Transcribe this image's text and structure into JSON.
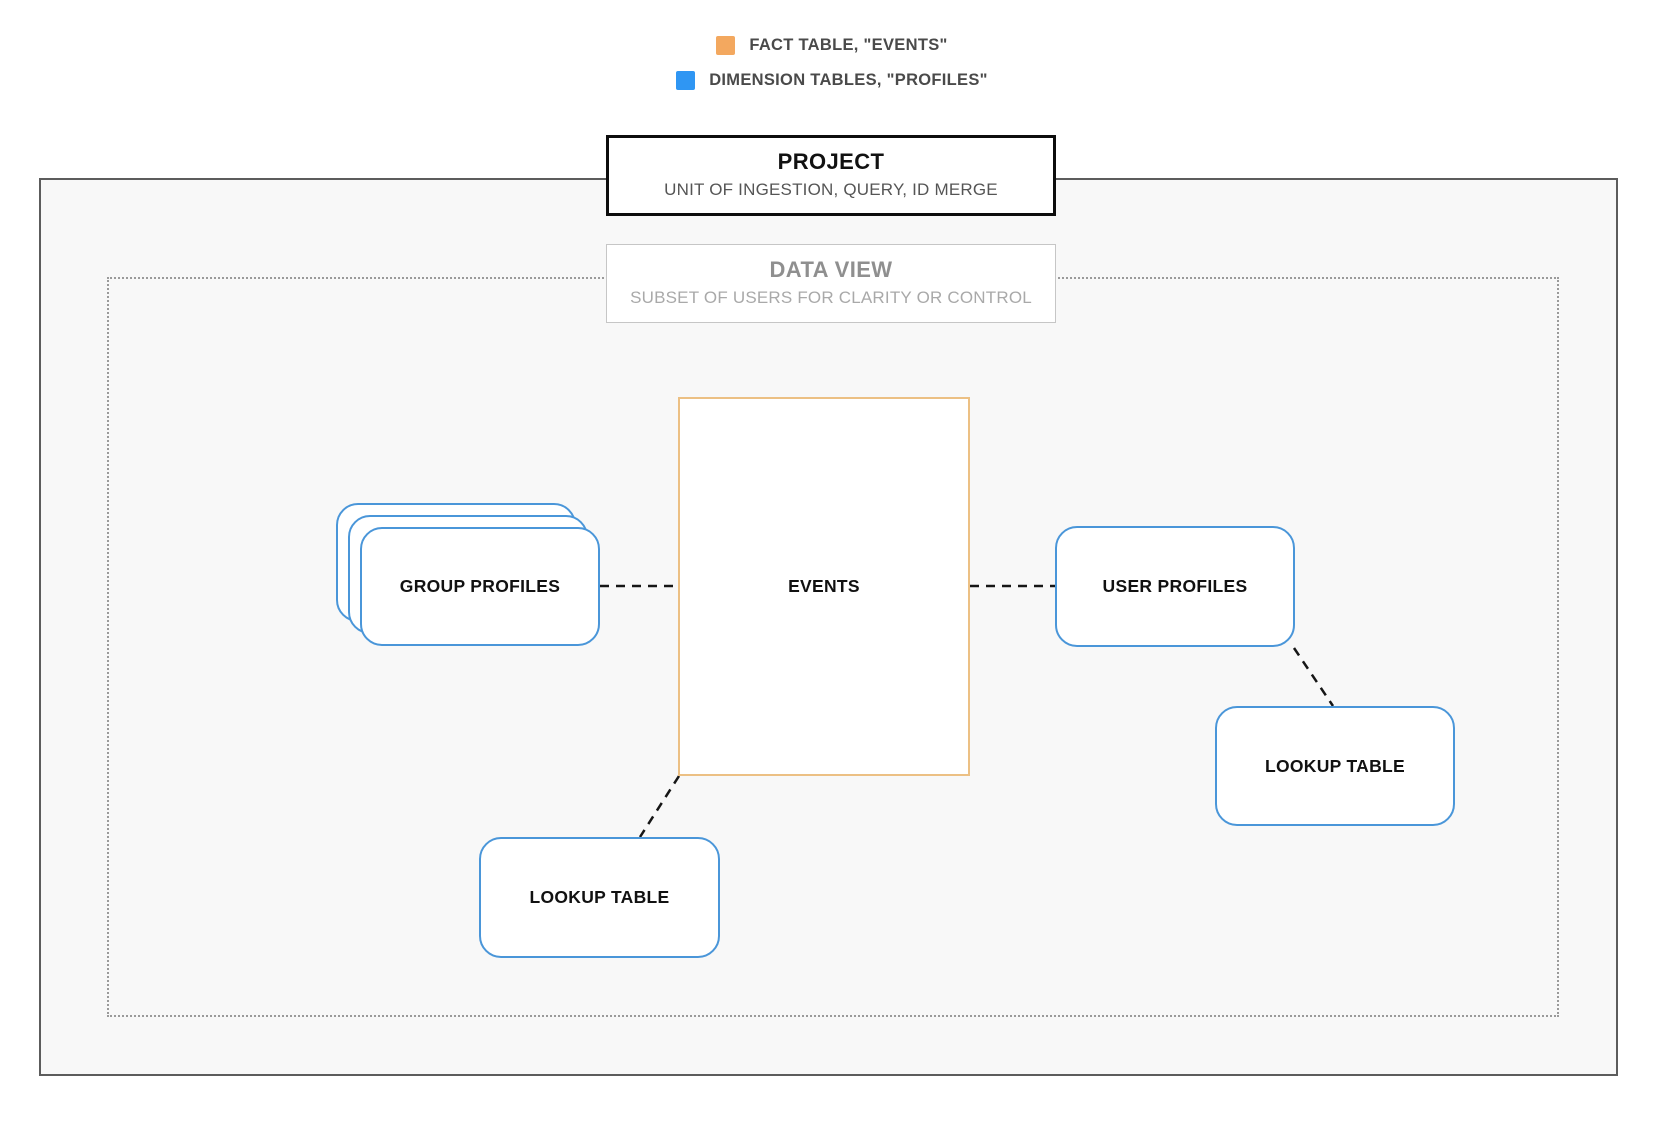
{
  "legend": {
    "items": [
      {
        "id": "fact",
        "label": "FACT TABLE, \"EVENTS\"",
        "swatch": "#f3a85f"
      },
      {
        "id": "dimension",
        "label": "DIMENSION TABLES, \"PROFILES\"",
        "swatch": "#2f96f3"
      }
    ]
  },
  "project_box": {
    "title": "PROJECT",
    "subtitle": "UNIT OF INGESTION, QUERY, ID MERGE"
  },
  "data_view_box": {
    "title": "DATA VIEW",
    "subtitle": "SUBSET OF USERS FOR CLARITY OR CONTROL"
  },
  "nodes": {
    "group_profiles": {
      "label": "GROUP PROFILES",
      "type": "dimension"
    },
    "events": {
      "label": "EVENTS",
      "type": "fact"
    },
    "user_profiles": {
      "label": "USER PROFILES",
      "type": "dimension"
    },
    "lookup_table_right": {
      "label": "LOOKUP TABLE",
      "type": "dimension"
    },
    "lookup_table_bottom": {
      "label": "LOOKUP TABLE",
      "type": "dimension"
    }
  },
  "colors": {
    "fact_swatch": "#f3a85f",
    "dimension_swatch": "#2f96f3",
    "fact_border": "#ecc084",
    "dimension_border": "#4a96d9",
    "project_background": "#f8f8f8",
    "connector": "#161616"
  }
}
